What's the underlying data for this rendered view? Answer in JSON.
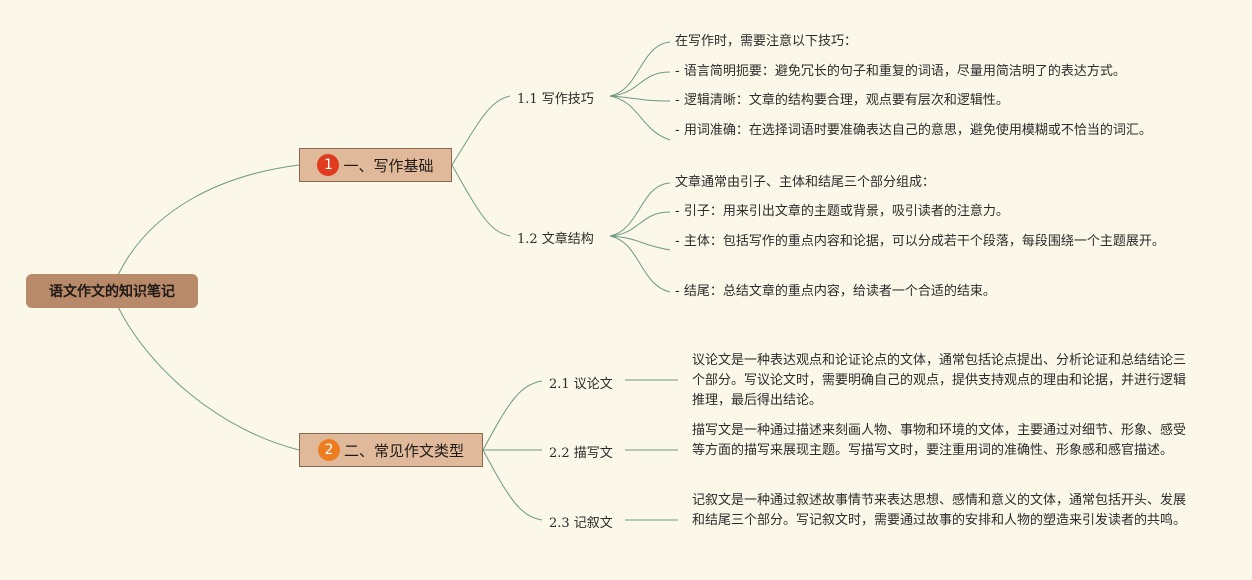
{
  "root": {
    "label": "语文作文的知识笔记"
  },
  "topics": [
    {
      "number": "1",
      "label": "一、写作基础",
      "badge_color": "#e03a1f",
      "subs": [
        {
          "label": "1.1 写作技巧",
          "details": [
            "在写作时，需要注意以下技巧：",
            "- 语言简明扼要：避免冗长的句子和重复的词语，尽量用简洁明了的表达方式。",
            "- 逻辑清晰：文章的结构要合理，观点要有层次和逻辑性。",
            "- 用词准确：在选择词语时要准确表达自己的意思，避免使用模糊或不恰当的词汇。"
          ]
        },
        {
          "label": "1.2 文章结构",
          "details": [
            "文章通常由引子、主体和结尾三个部分组成：",
            "- 引子：用来引出文章的主题或背景，吸引读者的注意力。",
            "- 主体：包括写作的重点内容和论据，可以分成若干个段落，每段围绕一个主题展开。",
            "- 结尾：总结文章的重点内容，给读者一个合适的结束。"
          ]
        }
      ]
    },
    {
      "number": "2",
      "label": "二、常见作文类型",
      "badge_color": "#ee7d22",
      "subs": [
        {
          "label": "2.1 议论文",
          "details": [
            "议论文是一种表达观点和论证论点的文体，通常包括论点提出、分析论证和总结结论三个部分。写议论文时，需要明确自己的观点，提供支持观点的理由和论据，并进行逻辑推理，最后得出结论。"
          ]
        },
        {
          "label": "2.2 描写文",
          "details": [
            "描写文是一种通过描述来刻画人物、事物和环境的文体，主要通过对细节、形象、感受等方面的描写来展现主题。写描写文时，要注重用词的准确性、形象感和感官描述。"
          ]
        },
        {
          "label": "2.3 记叙文",
          "details": [
            "记叙文是一种通过叙述故事情节来表达思想、感情和意义的文体，通常包括开头、发展和结尾三个部分。写记叙文时，需要通过故事的安排和人物的塑造来引发读者的共鸣。"
          ]
        }
      ]
    }
  ],
  "colors": {
    "background": "#fbf7e9",
    "line": "#6f9a86",
    "root": "#b98a69",
    "topic": "#dfb99a"
  }
}
